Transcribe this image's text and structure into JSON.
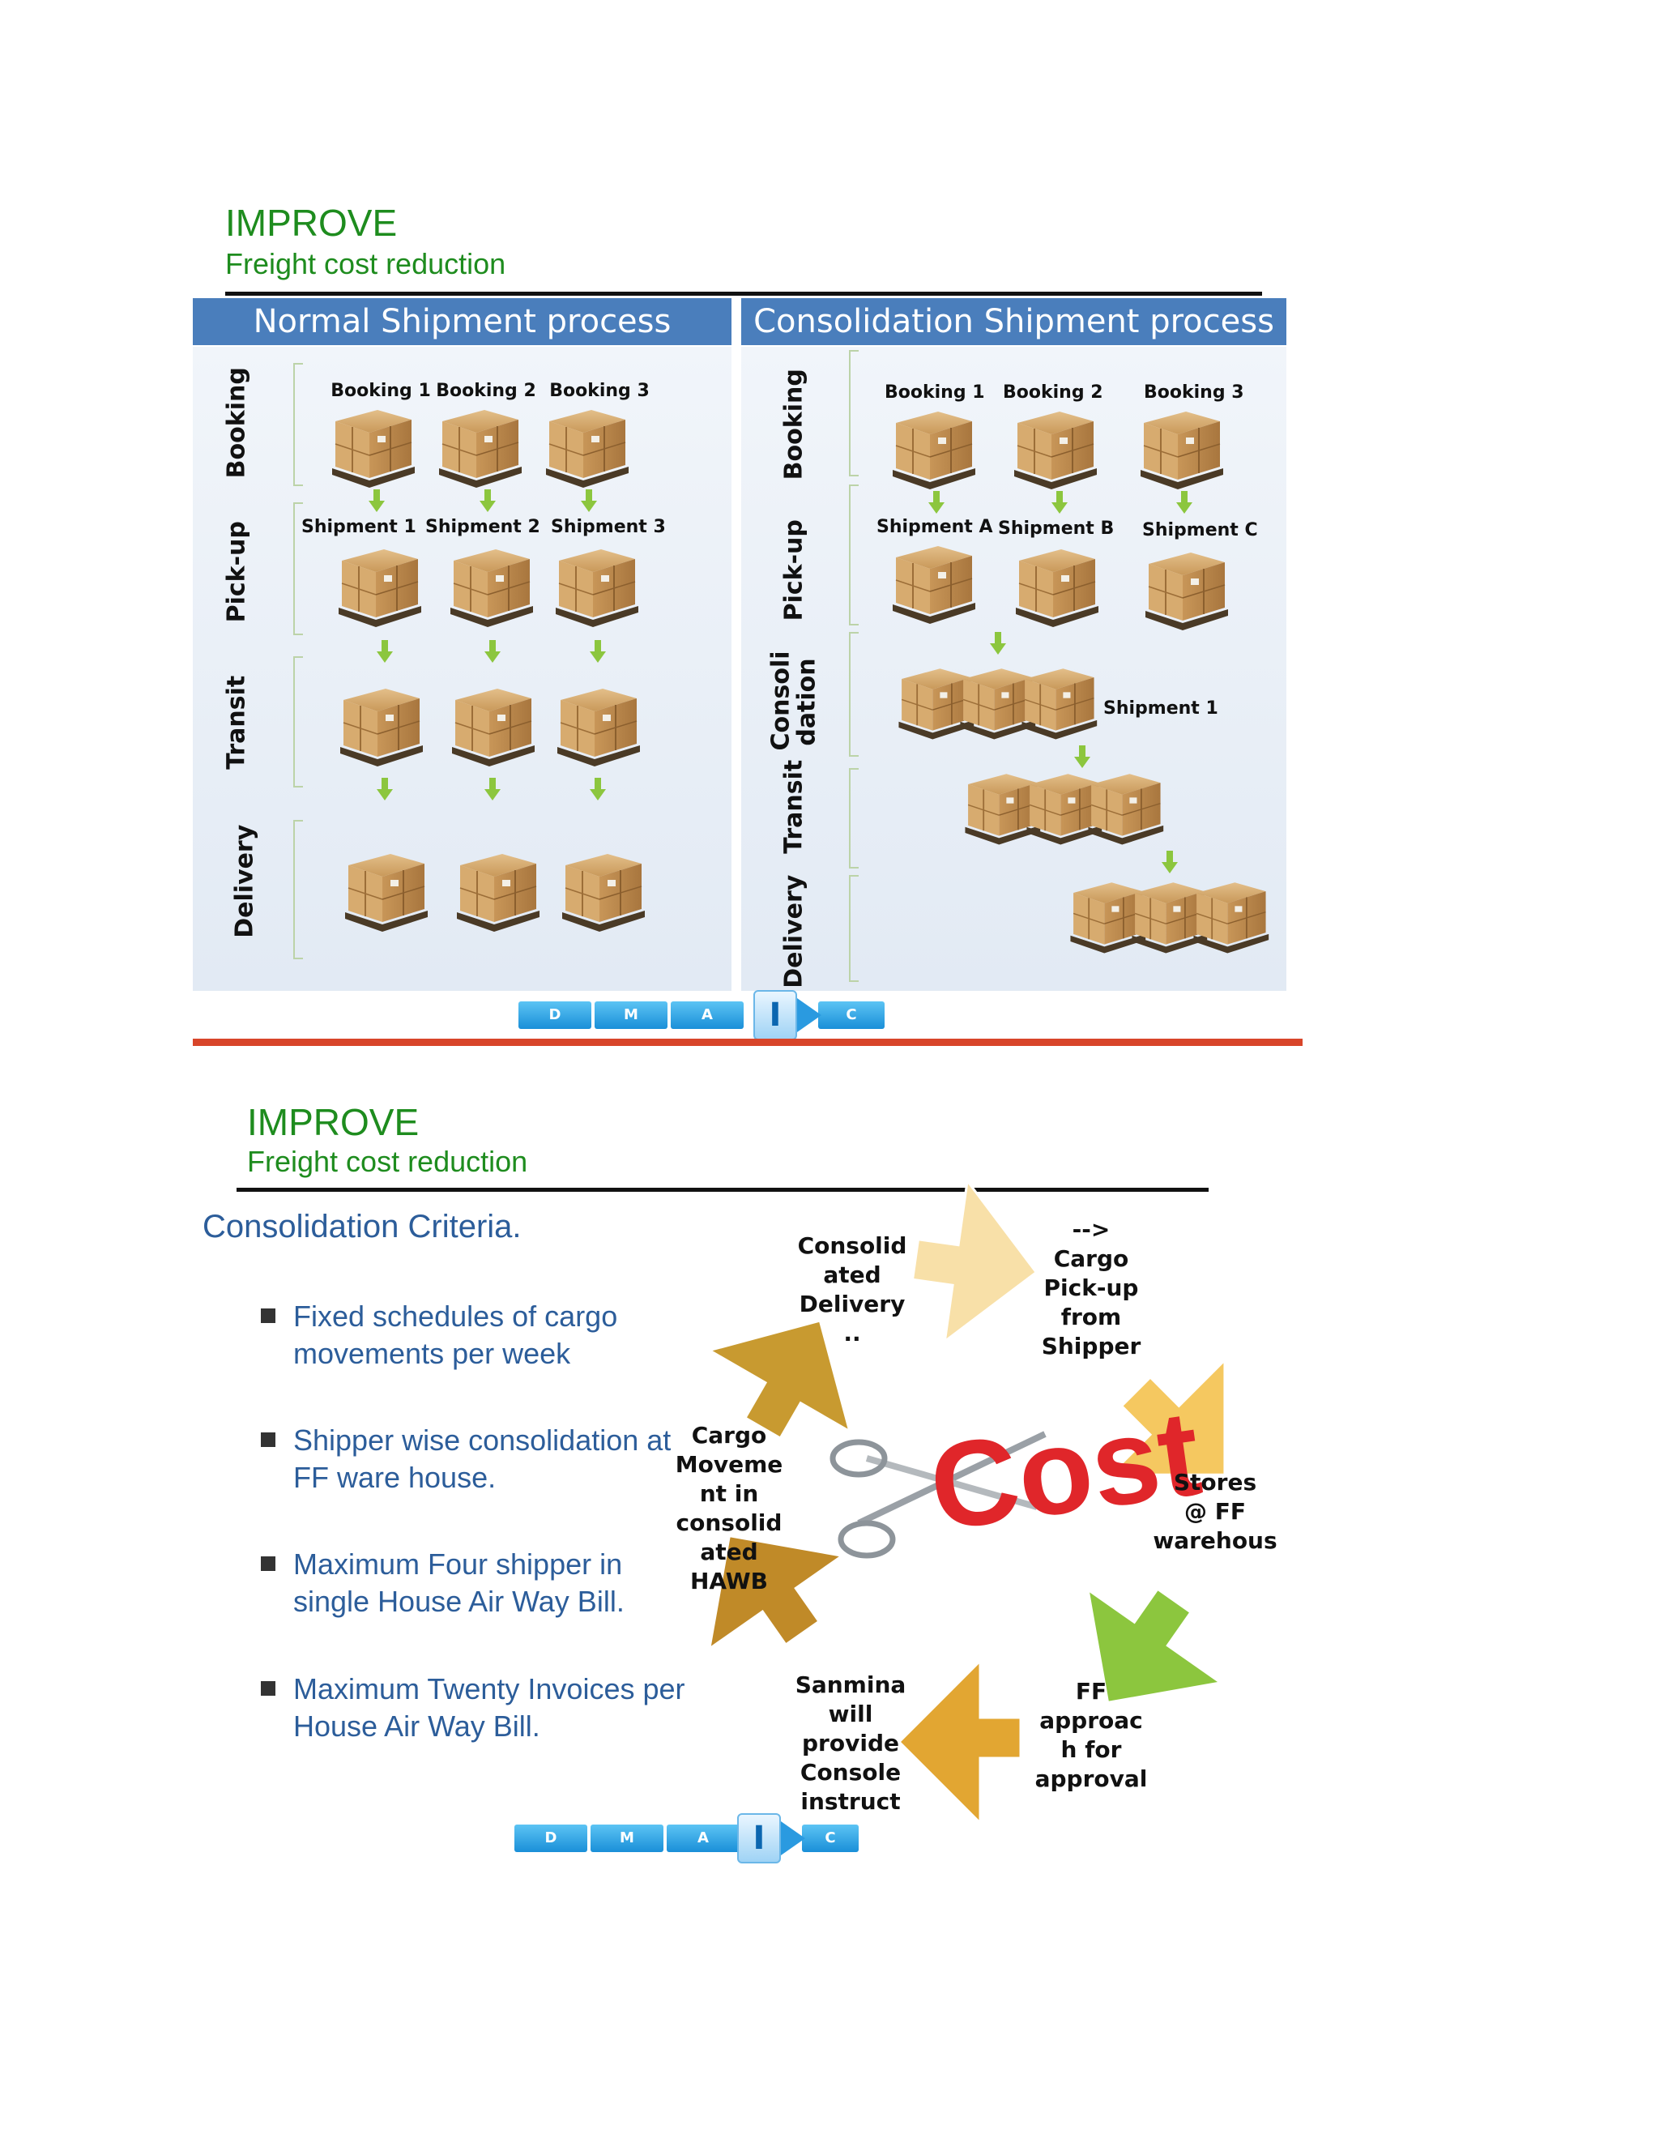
{
  "slide1": {
    "title": "IMPROVE",
    "subtitle": "Freight cost reduction",
    "normal": {
      "header": "Normal Shipment process",
      "stages": [
        "Booking",
        "Pick-up",
        "Transit",
        "Delivery"
      ],
      "bookings": [
        "Booking 1",
        "Booking 2",
        "Booking 3"
      ],
      "shipments": [
        "Shipment 1",
        "Shipment 2",
        "Shipment 3"
      ]
    },
    "consolidation": {
      "header": "Consolidation Shipment process",
      "stages": [
        "Booking",
        "Pick-up",
        "Consoli dation",
        "Transit",
        "Delivery"
      ],
      "bookings": [
        "Booking 1",
        "Booking 2",
        "Booking 3"
      ],
      "shipments": [
        "Shipment A",
        "Shipment B",
        "Shipment C"
      ],
      "consolidated": "Shipment 1"
    },
    "dmaic": [
      "D",
      "M",
      "A",
      "I",
      "C"
    ]
  },
  "slide2": {
    "title": "IMPROVE",
    "subtitle": "Freight cost reduction",
    "criteria_title": "Consolidation Criteria.",
    "criteria": [
      "Fixed schedules of cargo movements per week",
      "Shipper wise consolidation at FF ware house.",
      "Maximum Four shipper in single House Air Way Bill.",
      "Maximum Twenty Invoices per House Air Way Bill."
    ],
    "cycle": {
      "step_pickup": "-->\nCargo\nPick-up\nfrom\nShipper",
      "step_stores": "Stores\n@ FF\nwarehous",
      "step_ff": "FF\napproac\nh for\napproval",
      "step_sanmina": "Sanmina\nwill\nprovide\nConsole\ninstruct",
      "step_movement": "Cargo\nMoveme\nnt in\nconsolid\nated\nHAWB",
      "step_delivery": "Consolid\nated\nDelivery\n..",
      "center_word": "Cost",
      "colors": {
        "pickup": "#f8e0a8",
        "stores": "#f5c860",
        "ff": "#8cc63e",
        "sanmina": "#e2a632",
        "movement": "#c08a28",
        "delivery": "#c89a30",
        "cost": "#e0262a"
      }
    },
    "dmaic": [
      "D",
      "M",
      "A",
      "I",
      "C"
    ]
  }
}
